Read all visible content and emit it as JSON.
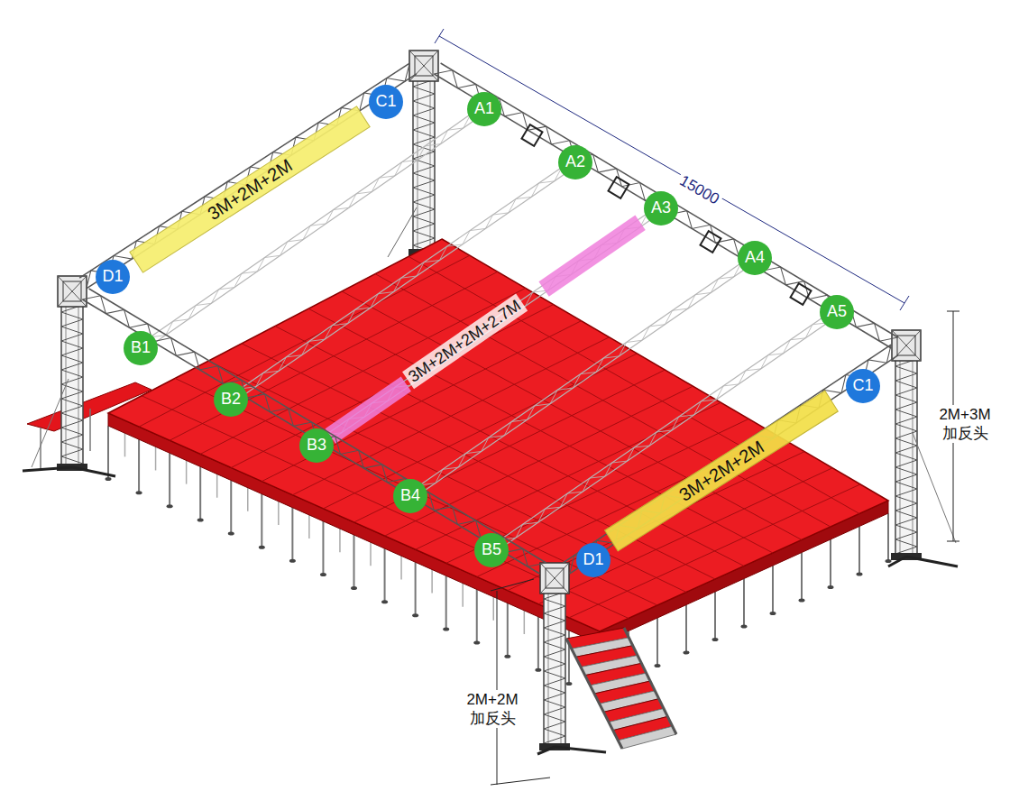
{
  "diagram": {
    "nodes": [
      {
        "text": [
          "C1"
        ]
      },
      {
        "text": [
          "A1"
        ]
      },
      {
        "text": [
          "3M+2M+2M"
        ]
      },
      {
        "text": [
          "A2"
        ]
      },
      {
        "text": [
          "A3"
        ]
      },
      {
        "text": [
          "D1"
        ]
      },
      {
        "text": [
          "A4"
        ]
      },
      {
        "text": [
          "A5"
        ]
      },
      {
        "text": [
          "B1"
        ]
      },
      {
        "text": [
          "C1"
        ]
      },
      {
        "text": [
          "B2"
        ]
      },
      {
        "text": [
          "B3"
        ]
      },
      {
        "text": [
          "B4"
        ]
      },
      {
        "text": [
          "3M+2M+2M"
        ]
      },
      {
        "text": [
          "B5"
        ]
      },
      {
        "text": [
          "D1"
        ]
      }
    ],
    "labels": [
      "15000",
      "3M+2M+2M+2.7M",
      "2M+3M 加反头",
      "2M+2M 加反头"
    ]
  }
}
